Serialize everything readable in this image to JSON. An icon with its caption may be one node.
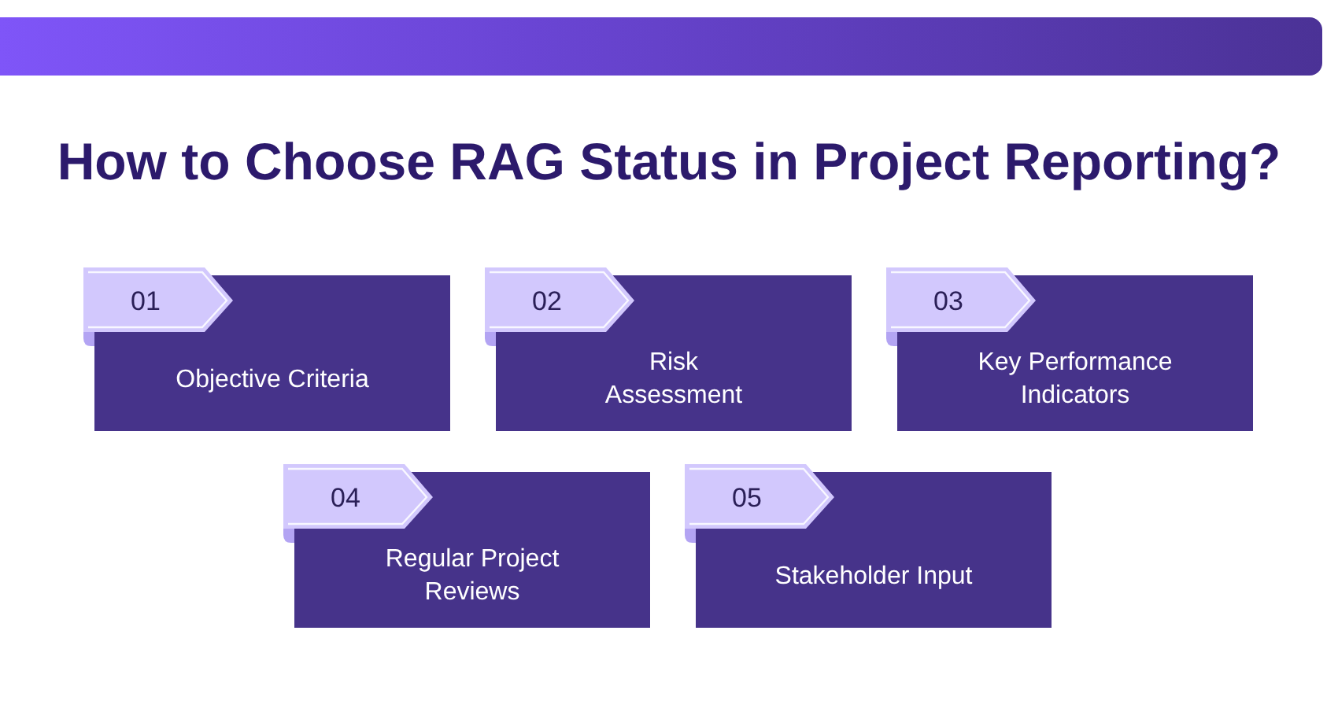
{
  "diagram": {
    "title": "How to Choose RAG Status in Project Reporting?",
    "nodes": [
      {
        "text": [
          "01",
          "Objective Criteria"
        ]
      },
      {
        "text": [
          "02",
          "Risk Assessment"
        ]
      },
      {
        "text": [
          "03",
          "Key Performance Indicators"
        ]
      },
      {
        "text": [
          "04",
          "Regular Project Reviews"
        ]
      },
      {
        "text": [
          "05",
          "Stakeholder Input"
        ]
      }
    ]
  }
}
